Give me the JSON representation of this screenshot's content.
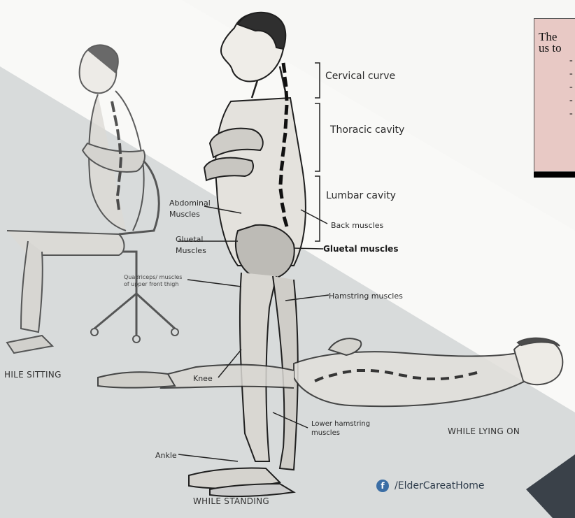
{
  "labels": {
    "cervical_curve": "Cervical curve",
    "thoracic_cavity": "Thoracic cavity",
    "lumbar_cavity": "Lumbar cavity",
    "back_muscles": "Back muscles",
    "gluetal_muscles_right": "Gluetal muscles",
    "hamstring_muscles": "Hamstring muscles",
    "abdominal_muscles": "Abdominal\nMuscles",
    "gluetal_muscles_left": "Gluetal\nMuscles",
    "quadriceps": "Quadriceps/ muscles\nof upper front thigh",
    "knee": "Knee",
    "ankle": "Ankle",
    "lower_hamstring": "Lower hamstring\nmuscles"
  },
  "poses": {
    "sitting": "HILE SITTING",
    "standing": "WHILE STANDING",
    "lying": "WHILE LYING ON"
  },
  "infobox": {
    "line1": "The",
    "line2": "us to",
    "bullets": [
      "-",
      "-",
      "-",
      "-",
      "-"
    ]
  },
  "social": {
    "platform_icon": "facebook-icon",
    "handle": "/ElderCareatHome"
  },
  "colors": {
    "overlay_band": "#9ea5ab",
    "corner_triangle": "#3a4149",
    "infobox_fill": "#e8c9c5",
    "facebook": "#3b6ea5"
  }
}
